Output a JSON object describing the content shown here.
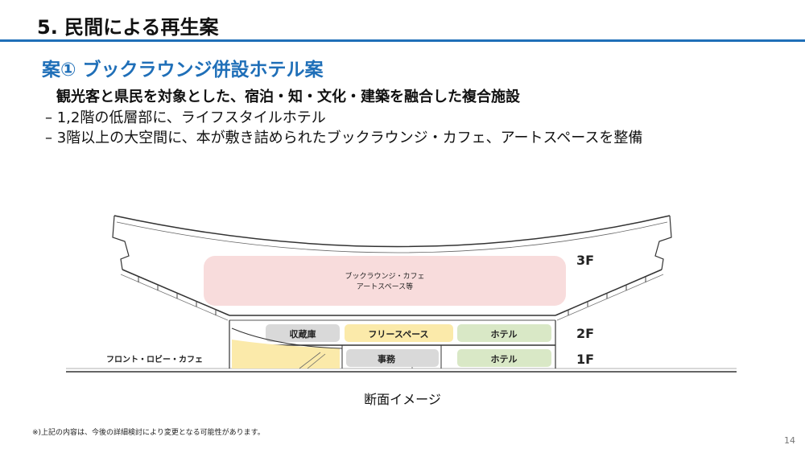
{
  "slide": {
    "title": "5. 民間による再生案",
    "subtitle": "案① ブックラウンジ併設ホテル案",
    "lead": "観光客と県民を対象とした、宿泊・知・文化・建築を融合した複合施設",
    "bullets": [
      "– 1,2階の低層部に、ライフスタイルホテル",
      "– 3階以上の大空間に、本が敷き詰められたブックラウンジ・カフェ、アートスペースを整備"
    ],
    "footnote": "※)上記の内容は、今後の詳細検討により変更となる可能性があります。",
    "page_number": "14"
  },
  "diagram": {
    "caption": "断面イメージ",
    "floors": {
      "f3": "3F",
      "f2": "2F",
      "f1": "1F"
    },
    "zones": {
      "lounge_line1": "ブックラウンジ・カフェ",
      "lounge_line2": "アートスペース等",
      "storage": "収蔵庫",
      "free_space": "フリースペース",
      "hotel_2f": "ホテル",
      "office": "事務",
      "hotel_1f": "ホテル",
      "front": "フロント・ロビー・カフェ"
    },
    "colors": {
      "lounge": "#f8dcdc",
      "storage": "#d9d9d9",
      "free_space": "#fbeaaa",
      "hotel": "#d9e8c6",
      "office": "#d9d9d9",
      "front": "#fbeaaa",
      "accent": "#1f6fb8"
    }
  }
}
